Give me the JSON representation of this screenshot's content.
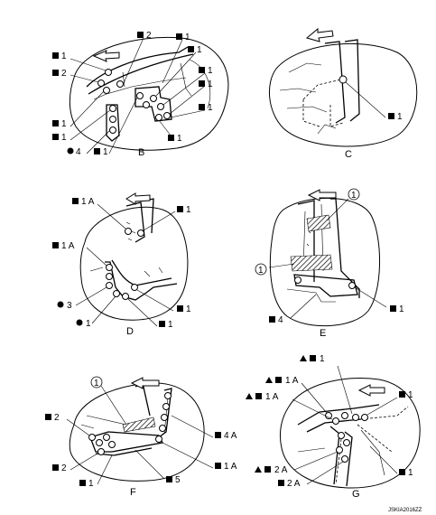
{
  "symbols": {
    "square": "square-symbol",
    "circle": "circle-symbol",
    "triangle": "triangle-symbol",
    "numbered": "numbered-circle-symbol"
  },
  "panels": [
    {
      "id": "B",
      "labels": [
        {
          "symbols": [
            "square"
          ],
          "text": "1"
        },
        {
          "symbols": [
            "square"
          ],
          "text": "2"
        },
        {
          "symbols": [
            "square"
          ],
          "text": "2"
        },
        {
          "symbols": [
            "square"
          ],
          "text": "1"
        },
        {
          "symbols": [
            "square"
          ],
          "text": "1"
        },
        {
          "symbols": [
            "square"
          ],
          "text": "1"
        },
        {
          "symbols": [
            "square"
          ],
          "text": "1"
        },
        {
          "symbols": [
            "square"
          ],
          "text": "1"
        },
        {
          "symbols": [
            "square"
          ],
          "text": "1"
        },
        {
          "symbols": [
            "square"
          ],
          "text": "1"
        },
        {
          "symbols": [
            "circle"
          ],
          "text": "4"
        },
        {
          "symbols": [
            "square"
          ],
          "text": "1"
        },
        {
          "symbols": [
            "square"
          ],
          "text": "1"
        }
      ]
    },
    {
      "id": "C",
      "labels": [
        {
          "symbols": [
            "square"
          ],
          "text": "1"
        }
      ]
    },
    {
      "id": "D",
      "labels": [
        {
          "symbols": [
            "square"
          ],
          "text": "1 A"
        },
        {
          "symbols": [
            "square"
          ],
          "text": "1"
        },
        {
          "symbols": [
            "square"
          ],
          "text": "1 A"
        },
        {
          "symbols": [
            "circle"
          ],
          "text": "3"
        },
        {
          "symbols": [
            "circle"
          ],
          "text": "1"
        },
        {
          "symbols": [
            "square"
          ],
          "text": "1"
        },
        {
          "symbols": [
            "square"
          ],
          "text": "1"
        }
      ]
    },
    {
      "id": "E",
      "labels": [
        {
          "symbols": [
            "numbered"
          ],
          "text": "1"
        },
        {
          "symbols": [
            "numbered"
          ],
          "text": "1"
        },
        {
          "symbols": [
            "square"
          ],
          "text": "4"
        },
        {
          "symbols": [
            "square"
          ],
          "text": "1"
        }
      ]
    },
    {
      "id": "F",
      "labels": [
        {
          "symbols": [
            "numbered"
          ],
          "text": "1"
        },
        {
          "symbols": [
            "square"
          ],
          "text": "2"
        },
        {
          "symbols": [
            "square"
          ],
          "text": "4 A"
        },
        {
          "symbols": [
            "square"
          ],
          "text": "1 A"
        },
        {
          "symbols": [
            "square"
          ],
          "text": "2"
        },
        {
          "symbols": [
            "square"
          ],
          "text": "5"
        },
        {
          "symbols": [
            "square"
          ],
          "text": "1"
        }
      ]
    },
    {
      "id": "G",
      "labels": [
        {
          "symbols": [
            "triangle",
            "square"
          ],
          "text": "1"
        },
        {
          "symbols": [
            "triangle",
            "square"
          ],
          "text": "1 A"
        },
        {
          "symbols": [
            "triangle",
            "square"
          ],
          "text": "1 A"
        },
        {
          "symbols": [
            "square"
          ],
          "text": "1"
        },
        {
          "symbols": [
            "triangle",
            "square"
          ],
          "text": "2 A"
        },
        {
          "symbols": [
            "square"
          ],
          "text": "2 A"
        },
        {
          "symbols": [
            "square"
          ],
          "text": "1"
        }
      ]
    }
  ],
  "figure_code": "JSKIA2016ZZ"
}
